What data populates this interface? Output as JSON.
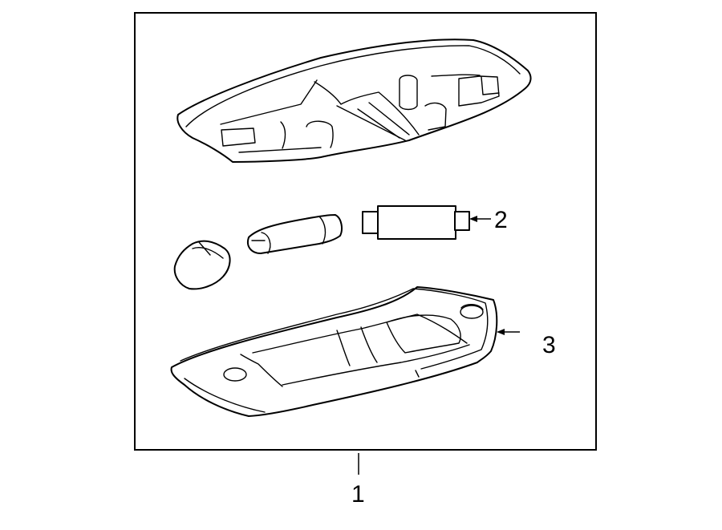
{
  "callouts": {
    "assembly": "1",
    "bulb": "2",
    "lens": "3"
  },
  "colors": {
    "line": "#000000",
    "background": "#ffffff"
  }
}
